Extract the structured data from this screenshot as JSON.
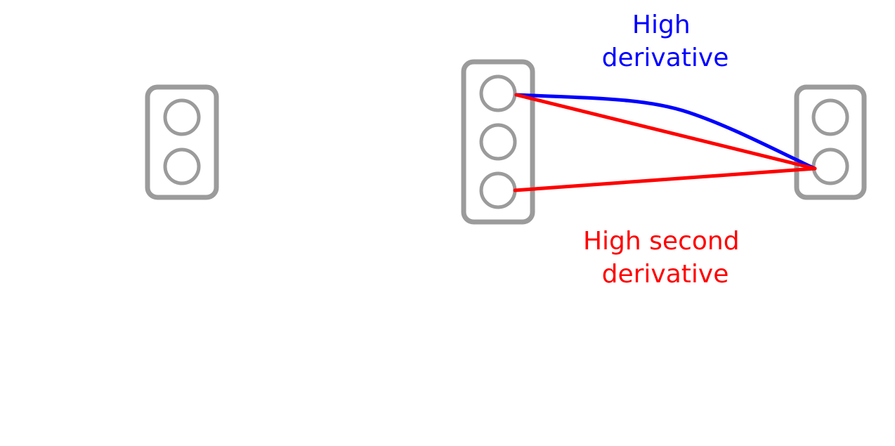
{
  "diagram": {
    "layers": [
      {
        "id": "layer-1",
        "neuron_count": 2
      },
      {
        "id": "layer-2",
        "neuron_count": 3
      },
      {
        "id": "layer-3",
        "neuron_count": 2
      }
    ],
    "connections": [
      {
        "id": "blue-curve",
        "from": "layer-2.neuron-1",
        "to": "layer-3.neuron-2",
        "color": "#0000ff",
        "style": "curved"
      },
      {
        "id": "red-top",
        "from": "layer-2.neuron-1",
        "to": "layer-3.neuron-2",
        "color": "#ff0000",
        "style": "straight"
      },
      {
        "id": "red-bottom",
        "from": "layer-2.neuron-3",
        "to": "layer-3.neuron-2",
        "color": "#ff0000",
        "style": "straight"
      }
    ],
    "labels": {
      "high_derivative": [
        "High",
        "derivative"
      ],
      "high_second_derivative": [
        "High second",
        "derivative"
      ]
    },
    "colors": {
      "box_stroke": "#9b9b9b",
      "neuron_stroke": "#9b9b9b",
      "blue": "#0000ff",
      "red": "#ff0000"
    }
  }
}
